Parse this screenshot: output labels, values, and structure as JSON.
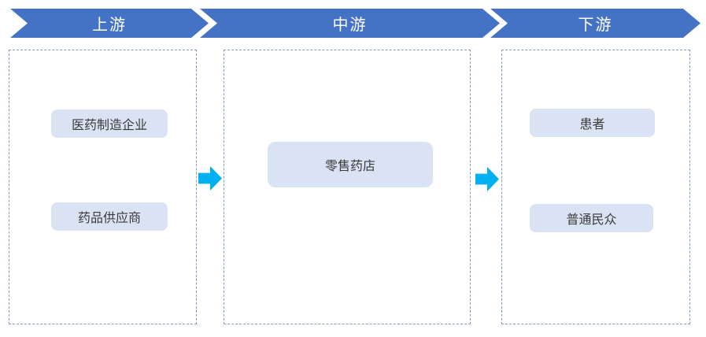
{
  "diagram": {
    "type": "industry-chain-flow",
    "stages": [
      {
        "label": "上游",
        "boxes": [
          "医药制造企业",
          "药品供应商"
        ]
      },
      {
        "label": "中游",
        "boxes": [
          "零售药店"
        ]
      },
      {
        "label": "下游",
        "boxes": [
          "患者",
          "普通民众"
        ]
      }
    ],
    "arrows": [
      {
        "name": "upstream-to-midstream",
        "direction": "right"
      },
      {
        "name": "midstream-to-downstream",
        "direction": "right"
      }
    ],
    "colors": {
      "banner_blue": "#4472C4",
      "banner_text": "#FFFFFF",
      "box_fill": "#DAE3F3",
      "box_text": "#3A3A3A",
      "arrow_cyan": "#00B0F0",
      "dashed_border": "#7D9CC0",
      "background": "#FFFFFF"
    }
  }
}
